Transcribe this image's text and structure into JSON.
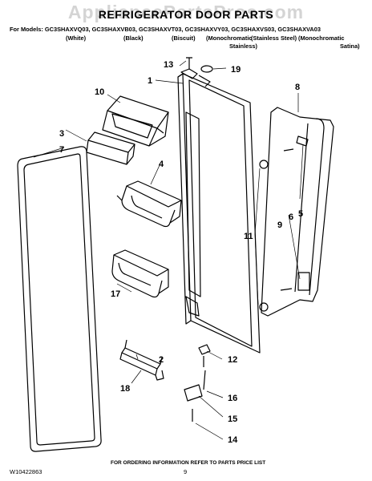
{
  "watermark": "AppliancePartsPros.com",
  "title": "REFRIGERATOR DOOR PARTS",
  "models_line": "For Models: GC3SHAXVQ03, GC3SHAXVB03, GC3SHAXVT03, GC3SHAXVY03, GC3SHAXVS03, GC3SHAXVA03",
  "colors": [
    {
      "line1": "(White)",
      "line2": ""
    },
    {
      "line1": "(Black)",
      "line2": ""
    },
    {
      "line1": "(Biscuit)",
      "line2": ""
    },
    {
      "line1": "(Monochromatic",
      "line2": "Stainless)"
    },
    {
      "line1": "(Stainless Steel)",
      "line2": ""
    },
    {
      "line1": "(Monochromatic",
      "line2": "Satina)"
    }
  ],
  "callouts": [
    "1",
    "2",
    "3",
    "4",
    "5",
    "6",
    "7",
    "8",
    "9",
    "10",
    "11",
    "12",
    "13",
    "14",
    "15",
    "16",
    "17",
    "18",
    "19"
  ],
  "footer": {
    "doc_number": "W10422863",
    "page": "9",
    "note": "FOR ORDERING INFORMATION REFER TO PARTS PRICE LIST"
  }
}
